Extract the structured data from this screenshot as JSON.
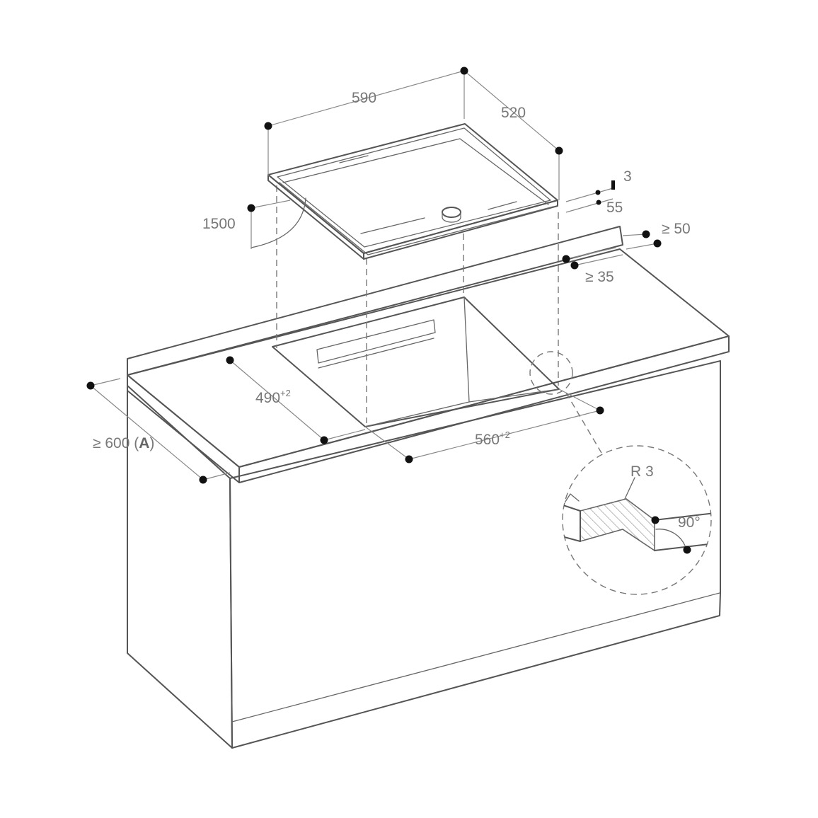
{
  "dimensions": {
    "width": "590",
    "depth": "520",
    "cable": "1500",
    "thickness": "3",
    "height": "55",
    "back_min": "≥ 50",
    "rear_gap": "≥ 35",
    "cutout_depth": "490",
    "cutout_depth_tol": "+2",
    "cutout_width": "560",
    "cutout_width_tol": "+2",
    "worktop_depth_prefix": "≥ 600 (",
    "worktop_depth_letter": "A",
    "worktop_depth_suffix": ")"
  },
  "detail": {
    "radius": "R 3",
    "angle": "90°"
  },
  "colors": {
    "line": "#555555",
    "label": "#777777",
    "dot": "#111111"
  }
}
